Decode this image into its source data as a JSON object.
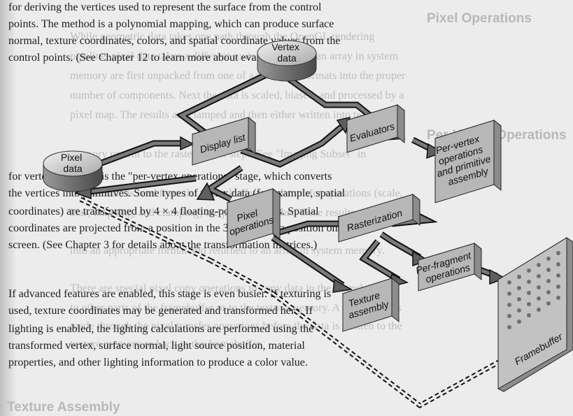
{
  "page_lines": [
    {
      "text": "for deriving the vertices used to represent the surface from the control",
      "faint": false
    },
    {
      "text": "points. The method is a polynomial mapping, which can produce surface",
      "faint": false
    },
    {
      "text": "normal, texture coordinates, colors, and spatial coordinate values from the",
      "faint": false
    },
    {
      "text": "control points. (See Chapter 12 to learn more about evaluators.)",
      "faint": false
    },
    {
      "text": "for vertex data, next is the \"per-vertex operations\" stage, which converts",
      "faint": false
    },
    {
      "text": "the vertices into primitives. Some types of vertex data (for example, spatial",
      "faint": false
    },
    {
      "text": "coordinates) are transformed by 4 × 4 floating-point matrices. Spatial",
      "faint": false
    },
    {
      "text": "coordinates are projected from a position in the 3D world to a position on",
      "faint": false
    },
    {
      "text": "screen. (See Chapter 3 for details about the transformation matrices.)",
      "faint": false
    },
    {
      "text": "If advanced features are enabled, this stage is even busier. If texturing is",
      "faint": false
    },
    {
      "text": "used, texture coordinates may be generated and transformed here. If",
      "faint": false
    },
    {
      "text": "lighting is enabled, the lighting calculations are performed using the",
      "faint": false
    },
    {
      "text": "transformed vertex, surface normal, light source position, material",
      "faint": false
    },
    {
      "text": "properties, and other lighting information to produce a color value.",
      "faint": false
    }
  ],
  "bleed_lines": [
    "While geometric data takes one path through the OpenGL rendering",
    "pipeline, pixel data takes a different route. Pixels from an array in system",
    "memory are first unpacked from one of a variety of formats into the proper",
    "number of components. Next the data is scaled, biased, and processed by a",
    "pixel map. The results are clamped and then either written into texture",
    "memory or sent to the rasterization step. (See \"Imaging Subset\" in",
    "If pixel data is read from the frame buffer, pixel-transfer operations (scale,",
    "bias, mapping, and clamping) are performed. Then these results are packed",
    "into an appropriate format and returned to an array in system memory.",
    "There are special pixel copy operations to copy data in the framebuffer",
    "to other parts of the framebuffer or to the texture memory. A single pass is",
    "made through the pixel transfer operations before the data is written to the",
    "texture memory or back to the framebuffer."
  ],
  "headings": {
    "pixel_operations": "Pixel Operations",
    "per_vertex": "Per-Vertex Operations",
    "texture_assembly": "Texture Assembly"
  },
  "diagram": {
    "vertex_data": [
      "Vertex",
      "data"
    ],
    "pixel_data": [
      "Pixel",
      "data"
    ],
    "display_list": [
      "Display list"
    ],
    "evaluators": [
      "Evaluators"
    ],
    "per_vertex": [
      "Per-vertex",
      "operations",
      "and primitive",
      "assembly"
    ],
    "pixel_operations": [
      "Pixel",
      "operations"
    ],
    "rasterization": [
      "Rasterization"
    ],
    "per_fragment": [
      "Per-fragment",
      "operations"
    ],
    "texture_assembly": [
      "Texture",
      "assembly"
    ],
    "framebuffer": [
      "Framebuffer"
    ]
  },
  "colors": {
    "box_face": "#b7b7b7",
    "box_top": "#dcdcdc",
    "box_side": "#8c8c8c",
    "arrow": "#5f5f5f",
    "arrow_outline": "#111111"
  }
}
